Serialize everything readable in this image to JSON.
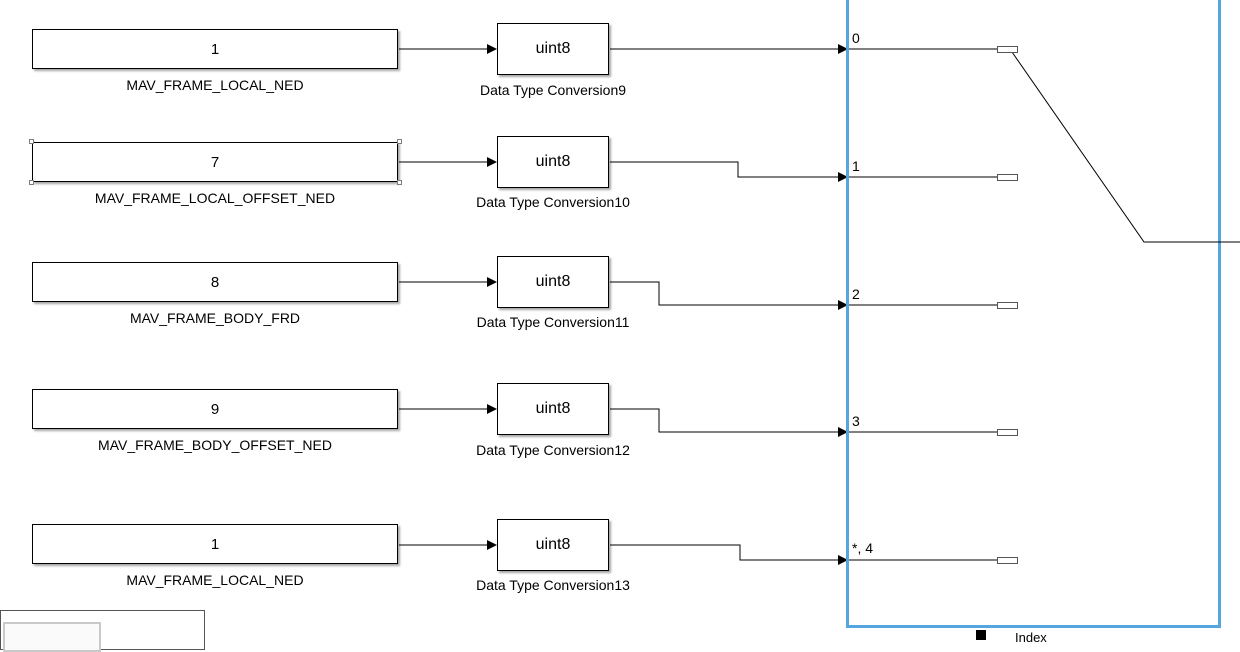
{
  "constants": [
    {
      "value": "1",
      "name": "MAV_FRAME_LOCAL_NED"
    },
    {
      "value": "7",
      "name": "MAV_FRAME_LOCAL_OFFSET_NED"
    },
    {
      "value": "8",
      "name": "MAV_FRAME_BODY_FRD"
    },
    {
      "value": "9",
      "name": "MAV_FRAME_BODY_OFFSET_NED"
    },
    {
      "value": "1",
      "name": "MAV_FRAME_LOCAL_NED"
    }
  ],
  "conversions": [
    {
      "type": "uint8",
      "name": "Data Type Conversion9"
    },
    {
      "type": "uint8",
      "name": "Data Type Conversion10"
    },
    {
      "type": "uint8",
      "name": "Data Type Conversion11"
    },
    {
      "type": "uint8",
      "name": "Data Type Conversion12"
    },
    {
      "type": "uint8",
      "name": "Data Type Conversion13"
    }
  ],
  "switch_ports": [
    "0",
    "1",
    "2",
    "3",
    "*, 4"
  ],
  "index_label": "Index",
  "colors": {
    "selection_border": "#55a5e0",
    "wire": "#000000"
  }
}
